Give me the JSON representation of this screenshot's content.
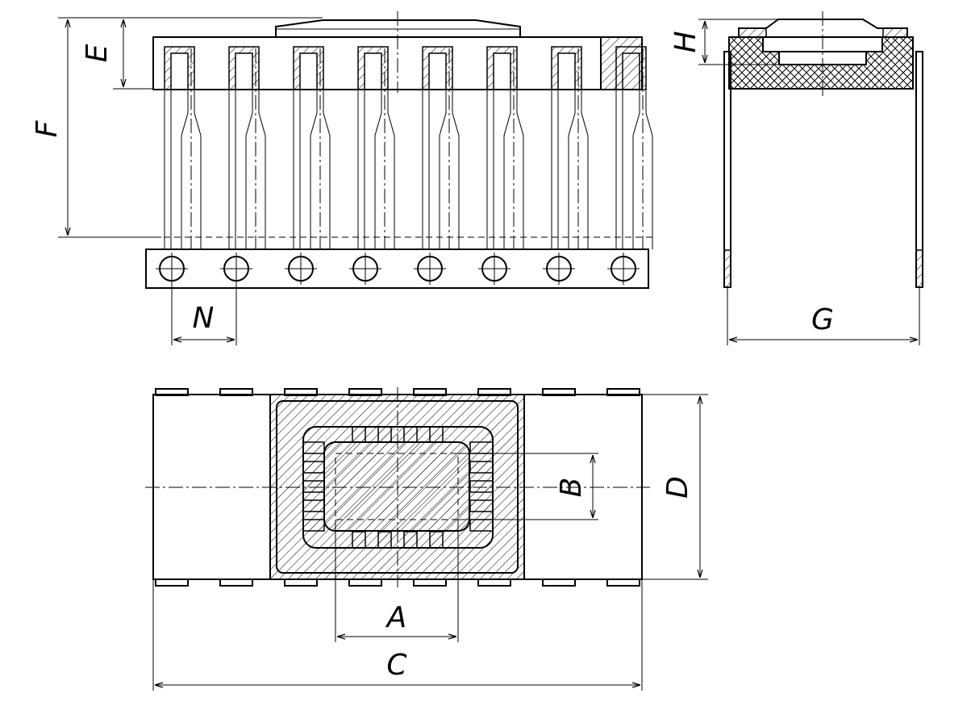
{
  "labels": {
    "A": "A",
    "B": "B",
    "C": "C",
    "D": "D",
    "E": "E",
    "F": "F",
    "G": "G",
    "H": "H",
    "N": "N"
  },
  "pin_count_per_side": 8
}
